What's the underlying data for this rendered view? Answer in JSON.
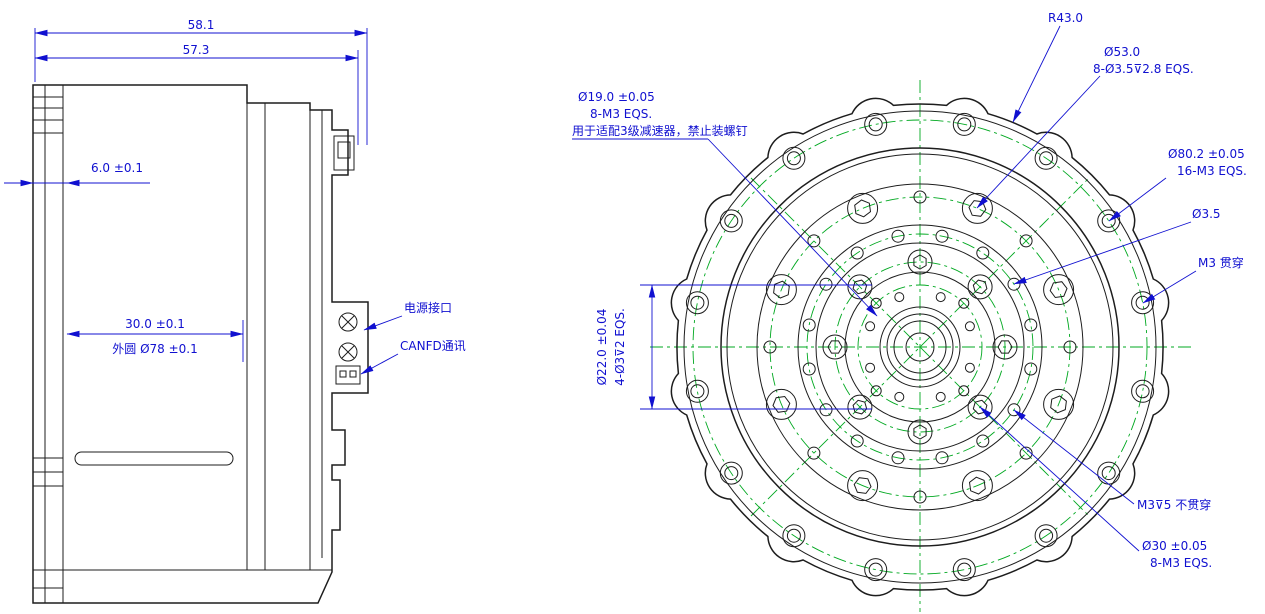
{
  "side_view": {
    "dims": {
      "total_width": "58.1",
      "body_width": "57.3",
      "flange": "6.0 ±0.1",
      "depth": "30.0 ±0.1",
      "outer": "外圆 Ø78 ±0.1"
    },
    "labels": {
      "power": "电源接口",
      "canfd": "CANFD通讯"
    }
  },
  "front_view": {
    "dims": {
      "r43": "R43.0",
      "d53": "Ø53.0",
      "d53_sub": "8-Ø3.5⊽2.8 EQS.",
      "d19": "Ø19.0 ±0.05",
      "d19_sub": "8-M3 EQS.",
      "d19_note": "用于适配3级减速器，禁止装螺钉",
      "d80": "Ø80.2 ±0.05",
      "d80_sub": "16-M3 EQS.",
      "d3_5": "Ø3.5",
      "m3_through": "M3 贯穿",
      "d22": "Ø22.0 ±0.04",
      "d22_sub": "4-Ø3⊽2 EQS.",
      "m3_blind": "M3⊽5 不贯穿",
      "d30": "Ø30 ±0.05",
      "d30_sub": "8-M3 EQS."
    }
  },
  "colors": {
    "line": "#1d1d1d",
    "dim": "#1010d0",
    "center": "#00a820"
  }
}
